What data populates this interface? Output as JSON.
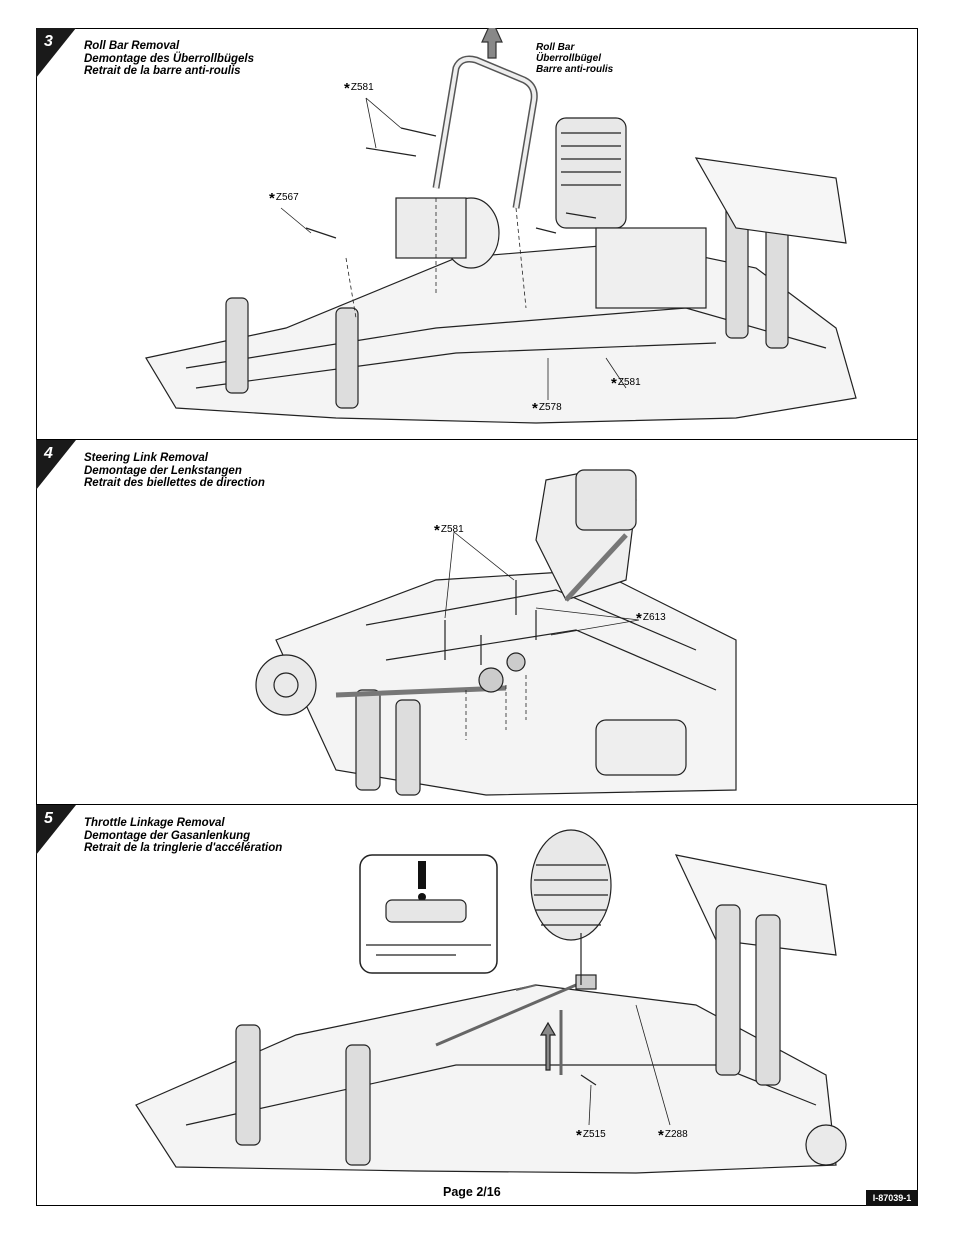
{
  "steps": [
    {
      "number": "3",
      "titles": [
        "Roll Bar Removal",
        "Demontage des Überrollbügels",
        "Retrait de la barre anti-roulis"
      ],
      "callout": [
        "Roll Bar",
        "Überrollbügel",
        "Barre anti-roulis"
      ],
      "parts": [
        "Z581",
        "Z567",
        "Z581",
        "Z578"
      ]
    },
    {
      "number": "4",
      "titles": [
        "Steering Link Removal",
        "Demontage der Lenkstangen",
        "Retrait des biellettes de direction"
      ],
      "parts": [
        "Z581",
        "Z613"
      ]
    },
    {
      "number": "5",
      "titles": [
        "Throttle Linkage Removal",
        "Demontage der Gasanlenkung",
        "Retrait de la tringlerie d'accélération"
      ],
      "parts": [
        "Z515",
        "Z288"
      ]
    }
  ],
  "footer": {
    "page": "Page  2/16",
    "doc_id": "I-87039-1"
  }
}
